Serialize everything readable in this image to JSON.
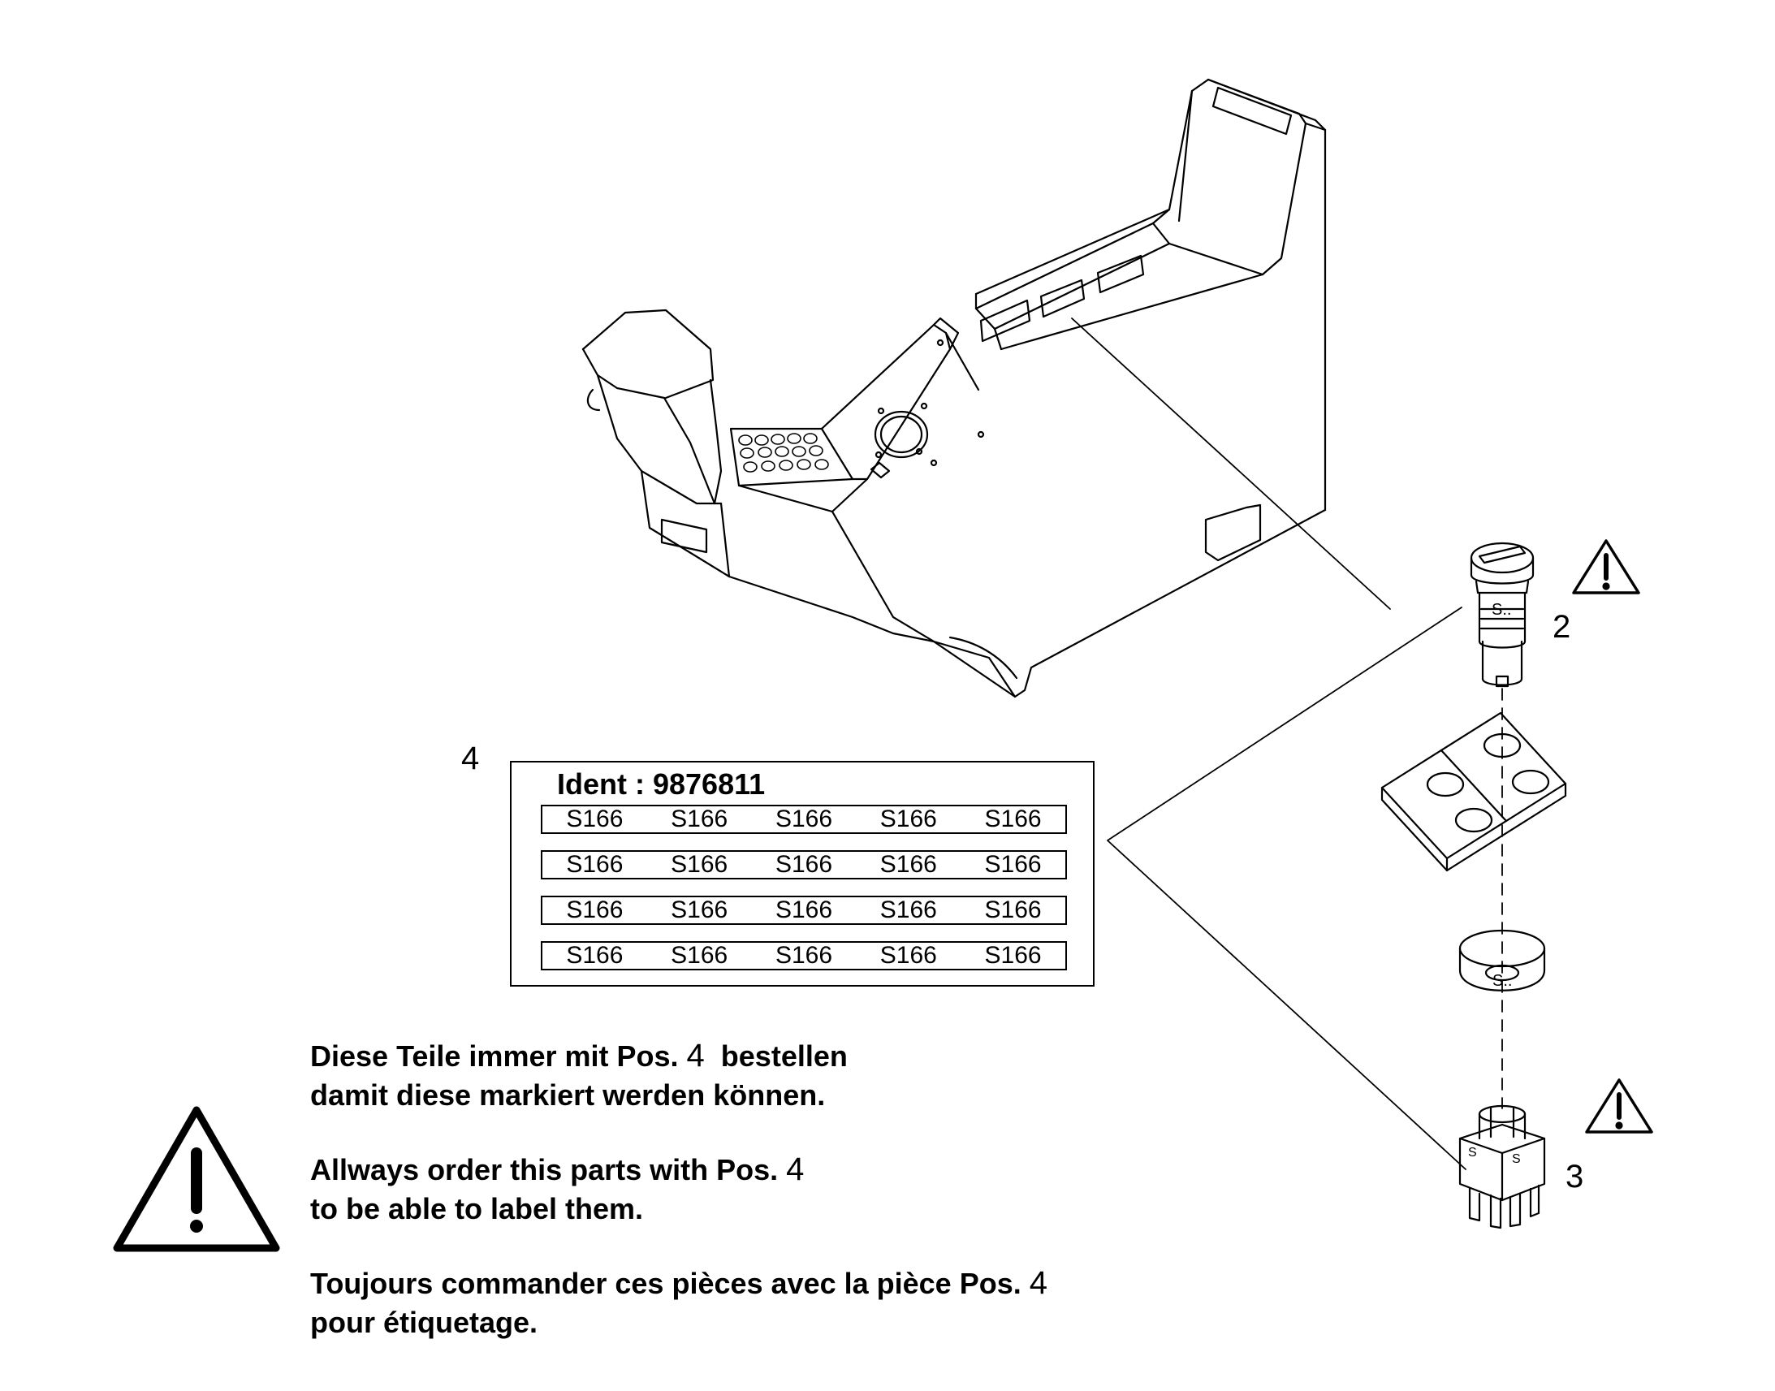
{
  "callouts": {
    "c2": "2",
    "c3": "3",
    "c4": "4"
  },
  "label": {
    "ident": "Ident : 9876811",
    "rows": [
      [
        "S166",
        "S166",
        "S166",
        "S166",
        "S166"
      ],
      [
        "S166",
        "S166",
        "S166",
        "S166",
        "S166"
      ],
      [
        "S166",
        "S166",
        "S166",
        "S166",
        "S166"
      ],
      [
        "S166",
        "S166",
        "S166",
        "S166",
        "S166"
      ]
    ]
  },
  "part_markings": {
    "switch_2": "S..",
    "ring": "S..",
    "switch_3_left": "S",
    "switch_3_right": "S"
  },
  "notes": {
    "de": {
      "line1_a": "Diese Teile immer mit Pos.",
      "line1_pos": "4",
      "line1_b": "bestellen",
      "line2": "damit diese markiert werden können."
    },
    "en": {
      "line1_a": "Allways order this parts with Pos.",
      "line1_pos": "4",
      "line2": "to be able to label them."
    },
    "fr": {
      "line1_a": "Toujours commander ces pièces avec la pièce Pos.",
      "line1_pos": "4",
      "line2": "pour étiquetage."
    }
  },
  "icons": [
    "warning-triangle-icon",
    "warning-triangle-icon",
    "warning-triangle-icon"
  ]
}
